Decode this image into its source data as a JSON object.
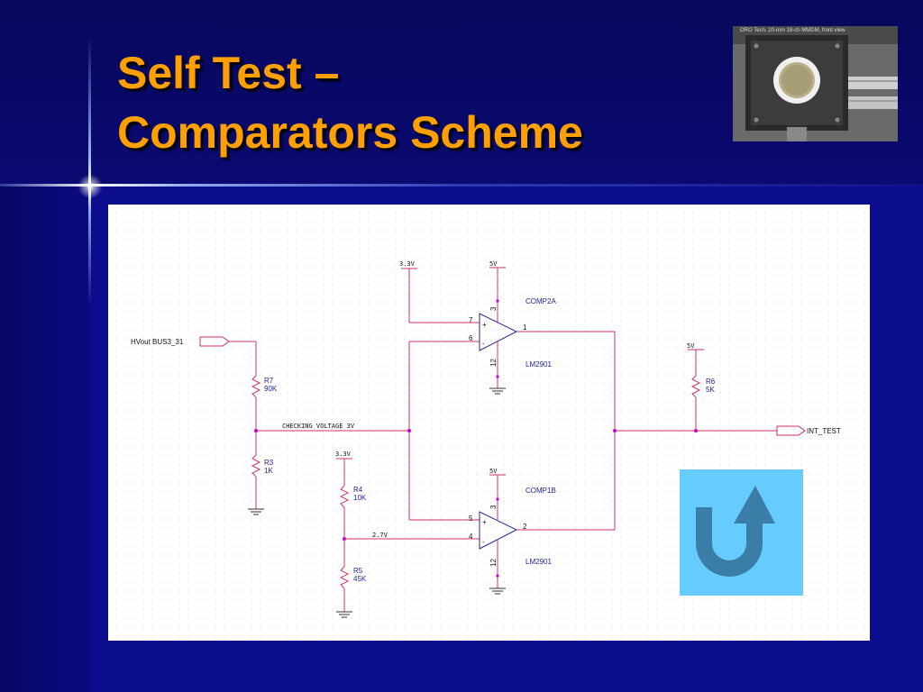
{
  "slide": {
    "title_line1": "Self Test –",
    "title_line2": "Comparators Scheme",
    "photo_caption": "ORO Tech, 20-mm 18-ch MMDM, front view"
  },
  "schematic": {
    "hv_input": "HVout BUS3_31",
    "r7": {
      "ref": "R7",
      "value": "90K"
    },
    "r3": {
      "ref": "R3",
      "value": "1K"
    },
    "r4": {
      "ref": "R4",
      "value": "10K"
    },
    "r5": {
      "ref": "R5",
      "value": "45K"
    },
    "r6": {
      "ref": "R6",
      "value": "5K"
    },
    "checking_voltage": "CHECKING VOLTAGE 3V",
    "rail_33_top": "3.3V",
    "rail_33_low": "3.3V",
    "rail_5v_comp2a": "5V",
    "rail_5v_comp1b": "5V",
    "rail_5v_r6": "5V",
    "node_27": "2.7V",
    "comp2a": {
      "name": "COMP2A",
      "part": "LM2901",
      "pin_plus": "7",
      "pin_minus": "6",
      "pin_out": "1",
      "pin_vcc": "3",
      "pin_gnd": "12"
    },
    "comp1b": {
      "name": "COMP1B",
      "part": "LM2901",
      "pin_plus": "5",
      "pin_minus": "4",
      "pin_out": "2",
      "pin_vcc": "3",
      "pin_gnd": "12"
    },
    "output": "INT_TEST"
  },
  "nav": {
    "return_icon": "return-arrow-icon"
  },
  "colors": {
    "background": "#0c0c8e",
    "title": "#ffa000",
    "wire": "#cc3366",
    "junction": "#cc00cc",
    "button": "#66ccff",
    "arrow": "#3a7ea8"
  }
}
